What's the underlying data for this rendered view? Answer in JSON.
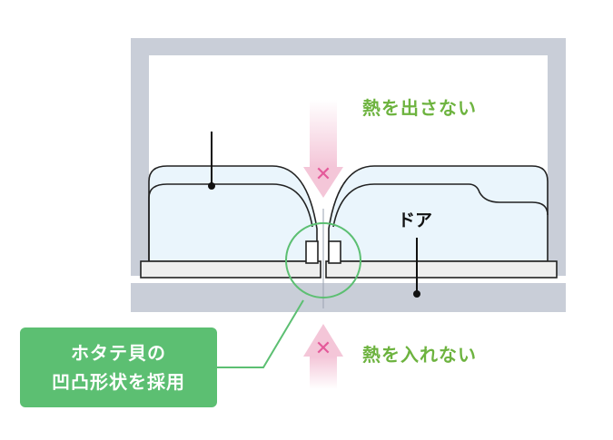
{
  "labels": {
    "top_heat": "熱を出さない",
    "bottom_heat": "熱を入れない",
    "door": "ドア",
    "callout_line1": "ホタテ貝の",
    "callout_line2": "凹凸形状を採用"
  },
  "marks": {
    "cross_symbol": "✕"
  },
  "colors": {
    "frame": "#c9ced8",
    "gasket_fill": "#eaf5fc",
    "gasket_stroke": "#222222",
    "accent_green": "#6db33f",
    "callout_green": "#5cbf72",
    "arrow_pink": "#f4c6d8",
    "cross_pink": "#e45a9a"
  }
}
